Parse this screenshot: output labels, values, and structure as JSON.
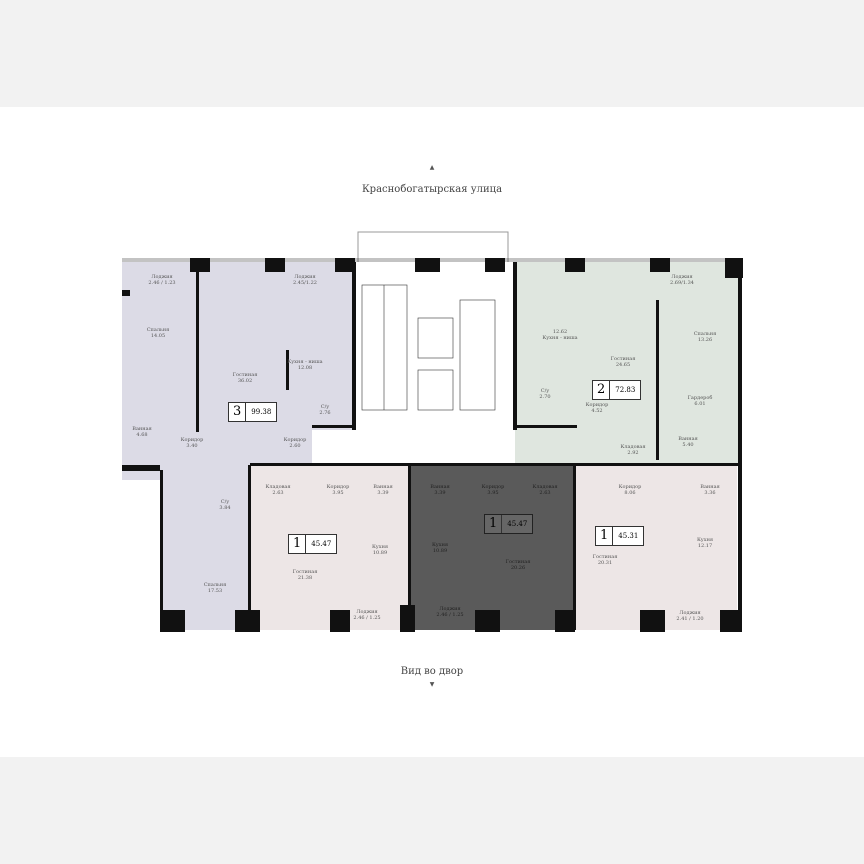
{
  "streets": {
    "top": "Краснобогатырская улица",
    "bottom": "Вид во двор"
  },
  "icons": {
    "north": "triangle-up-icon",
    "south": "triangle-down-icon"
  },
  "colors": {
    "apt3": "#dcdbe6",
    "apt2": "#dfe6df",
    "apt1_light": "#ede6e6",
    "apt1_selected": "#5a5a5a",
    "walls": "#111111"
  },
  "apartments": [
    {
      "rooms": "3",
      "area": "99.38",
      "labels": [
        [
          "Лоджия",
          "2.46 / 1.23"
        ],
        [
          "Лоджия",
          "2.45/1.22"
        ],
        [
          "Спальня",
          "14.05"
        ],
        [
          "Гостиная",
          "36.02"
        ],
        [
          "Кухня - ниша",
          "12.08"
        ],
        [
          "С/у",
          "2.76"
        ],
        [
          "Ванная",
          "4.68"
        ],
        [
          "Коридор",
          "3.40"
        ],
        [
          "Коридор",
          "2.60"
        ],
        [
          "С/у",
          "3.84"
        ],
        [
          "Спальня",
          "17.53"
        ]
      ]
    },
    {
      "rooms": "2",
      "area": "72.83",
      "labels": [
        [
          "12.62",
          "Кухня - ниша"
        ],
        [
          "Гостиная",
          "24.65"
        ],
        [
          "Лоджия",
          "2.69/1.34"
        ],
        [
          "Спальня",
          "13.26"
        ],
        [
          "Гардероб",
          "6.01"
        ],
        [
          "С/у",
          "2.70"
        ],
        [
          "Коридор",
          "4.52"
        ],
        [
          "Кладовая",
          "2.92"
        ],
        [
          "Ванная",
          "5.40"
        ]
      ]
    },
    {
      "rooms": "1",
      "area": "45.47",
      "labels": [
        [
          "Кладовая",
          "2.63"
        ],
        [
          "Коридор",
          "3.95"
        ],
        [
          "Ванная",
          "3.39"
        ],
        [
          "Кухня",
          "10.89"
        ],
        [
          "Гостиная",
          "21.38"
        ],
        [
          "Лоджия",
          "2.46 / 1.25"
        ]
      ]
    },
    {
      "rooms": "1",
      "area": "45.47",
      "selected": true,
      "labels": [
        [
          "Ванная",
          "3.39"
        ],
        [
          "Коридор",
          "3.95"
        ],
        [
          "Кладовая",
          "2.63"
        ],
        [
          "Кухня",
          "10.89"
        ],
        [
          "Гостиная",
          "20.26"
        ],
        [
          "Лоджия",
          "2.46 / 1.25"
        ]
      ]
    },
    {
      "rooms": "1",
      "area": "45.31",
      "labels": [
        [
          "Коридор",
          "8.06"
        ],
        [
          "Ванная",
          "3.36"
        ],
        [
          "Кухня",
          "12.17"
        ],
        [
          "Гостиная",
          "20.31"
        ],
        [
          "Лоджия",
          "2.41 / 1.20"
        ]
      ]
    }
  ]
}
